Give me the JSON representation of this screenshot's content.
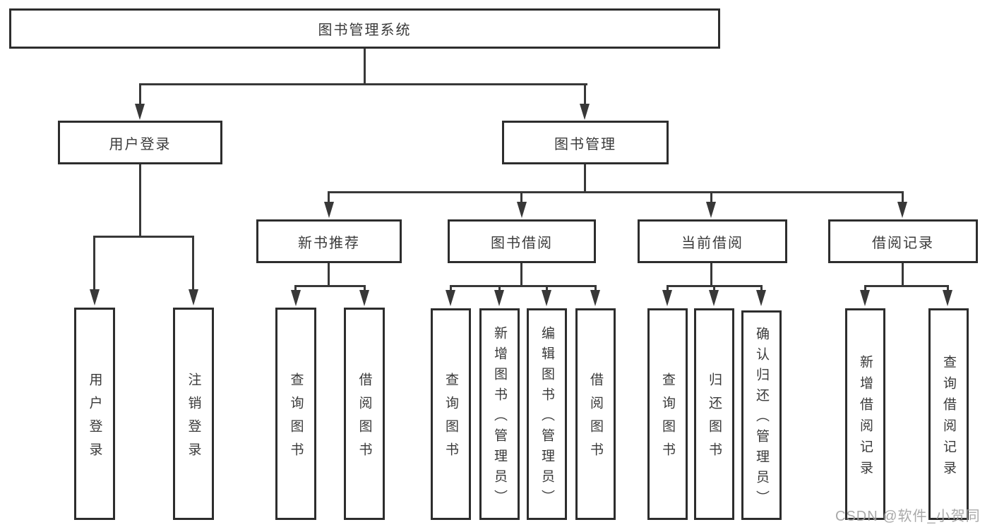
{
  "tree": {
    "root": {
      "label": "图书管理系统"
    },
    "children": [
      {
        "label": "用户登录",
        "children": [
          {
            "label": "用户登录"
          },
          {
            "label": "注销登录"
          }
        ]
      },
      {
        "label": "图书管理",
        "children": [
          {
            "label": "新书推荐",
            "children": [
              {
                "label": "查询图书"
              },
              {
                "label": "借阅图书"
              }
            ]
          },
          {
            "label": "图书借阅",
            "children": [
              {
                "label": "查询图书"
              },
              {
                "label": "新增图书（管理员）"
              },
              {
                "label": "编辑图书（管理员）"
              },
              {
                "label": "借阅图书"
              }
            ]
          },
          {
            "label": "当前借阅",
            "children": [
              {
                "label": "查询图书"
              },
              {
                "label": "归还图书"
              },
              {
                "label": "确认归还（管理员）"
              }
            ]
          },
          {
            "label": "借阅记录",
            "children": [
              {
                "label": "新增借阅记录"
              },
              {
                "label": "查询借阅记录"
              }
            ]
          }
        ]
      }
    ]
  },
  "colors": {
    "line": "#383838",
    "box_border": "#2d2d2d",
    "text": "#3a3a3a",
    "watermark": "#a0a0a0"
  },
  "watermark": "CSDN @软件_小贺同学"
}
